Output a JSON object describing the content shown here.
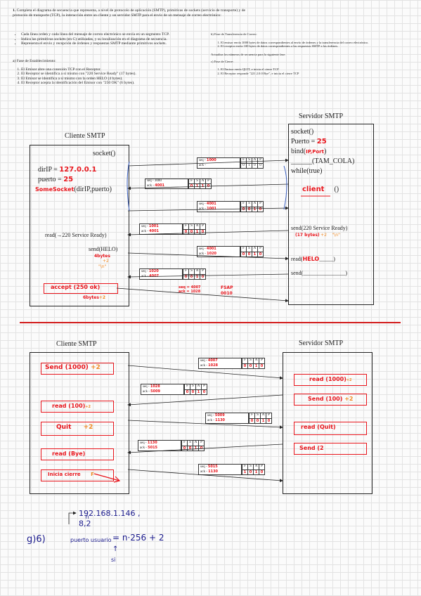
{
  "question": {
    "number": "1.",
    "intro": "Completa el diagrama de secuencia que representa, a nivel de protocolo de aplicación (SMTP), primitivas de sockets (servicio de transporte) y de protocolo de transporte (TCP), la interacción entre un cliente y un servidor SMTP para el envío de un mensaje de correo electrónico:",
    "bullets": [
      "Cada línea orden y cada línea del mensaje de correo electrónico se envía en un segmento TCP.",
      "Indica las primitivas sockets (en C) utilizadas, y su localización en el diagrama de secuencia.",
      "Representa el envío y recepción de órdenes y respuestas SMTP mediante primitivos sockets."
    ],
    "phase_a_title": "a) Fase de Establecimiento:",
    "phase_a": [
      "El Emisor abre una conexión TCP con el Receptor.",
      "El Receptor se identifica a sí mismo con \"220 Service Ready\" (17 bytes).",
      "El Emisor se identifica a sí mismo con la orden HELO (4 bytes).",
      "El Receptor acepta la identificación del Emisor con \"250 OK\" (6 bytes)."
    ],
    "phase_b_title": "b) Fase de Transferencia de Correo:",
    "phase_b": [
      "El emisor envía 1000 bytes de datos correspondientes al envío de órdenes y la transferencia del correo electrónico.",
      "El receptor envía 100 bytes de datos correspondientes a las respuestas SMTP a las órdenes."
    ],
    "phase_b_note": "Actualiza los números de secuencia para la siguiente fase.",
    "phase_c_title": "c) Fase de Cierre:",
    "phase_c": [
      "El Emisor envía QUIT, e inicia el cierre TCP",
      "El Receptor responde \"221 2.0.0 Bye\", e inicia el cierre TCP"
    ]
  },
  "diagram1": {
    "client_title": "Cliente SMTP",
    "server_title": "Servidor SMTP",
    "client_socket": "socket()",
    "dirip_label": "dirIP = ",
    "dirip_value": "127.0.0.1",
    "puerto_label": "puerto = ",
    "puerto_value": "25",
    "connect_fn": "SomeSocket",
    "connect_args": "(dirIP,puerto)",
    "client_read": "read(→220 Service Ready)",
    "client_send": "send(HELO)",
    "helo_note1": "4bytes",
    "helo_note2": "+2",
    "helo_note3": "\"\\n\"",
    "accept": "accept (250 ok)",
    "accept_note": "6bytes",
    "accept_plus": "+2",
    "server_socket": "socket()",
    "server_puerto": "Puerto = ",
    "server_puerto_value": "25",
    "server_bind": "bind(",
    "server_bind_args": "IP,Port",
    "server_bind_end": ")",
    "server_listen": "______(TAM_COLA)",
    "server_while": "while(true)",
    "server_client": "client",
    "server_client_end": "()",
    "server_send": "send(220 Service Ready)",
    "server_send_note1": "(17 bytes)",
    "server_send_note2": "+2",
    "server_send_note3": "\"\\n\"",
    "server_read": "read(",
    "server_read_val": "HELO",
    "server_read_end": "_____)",
    "server_send2": "send(_______________)",
    "segments": [
      {
        "seq_label": "seq - ",
        "seq": "1000",
        "ack_label": "ack - ",
        "ack": "",
        "flags": [
          "0",
          "1",
          "0",
          "0"
        ]
      },
      {
        "seq_label": "seq - ",
        "seq": "3000",
        "ack_label": "ack - ",
        "ack": "4001",
        "flags": [
          "0",
          "1",
          "1",
          "0"
        ]
      },
      {
        "seq_label": "seq - ",
        "seq": "4001",
        "ack_label": "ack - ",
        "ack": "1001",
        "flags": [
          "0",
          "0",
          "1",
          "0"
        ]
      },
      {
        "seq_label": "seq - ",
        "seq": "1001",
        "ack_label": "ack - ",
        "ack": "4001",
        "flags": [
          "0",
          "0",
          "1",
          "0"
        ]
      },
      {
        "seq_label": "seq - ",
        "seq": "4001",
        "ack_label": "ack - ",
        "ack": "1020",
        "flags": [
          "0",
          "0",
          "1",
          "0"
        ]
      },
      {
        "seq_label": "seq - ",
        "seq": "1020",
        "ack_label": "ack - ",
        "ack": "4007",
        "flags": [
          "0",
          "0",
          "1",
          "0"
        ]
      }
    ],
    "flag_headers": [
      "F",
      "S",
      "A",
      "P"
    ],
    "extra_seq": "seq = 4007",
    "extra_ack": "ack = 1028",
    "extra_flags_title": "FSAP",
    "extra_flags": "0010"
  },
  "diagram2": {
    "client_title": "Cliente SMTP",
    "server_title": "Servidor SMTP",
    "client_items": [
      {
        "text": "Send (1000)",
        "plus": "+2"
      },
      {
        "text": "read (100)",
        "plus": "+2"
      },
      {
        "text": "Quit",
        "plus": "+2"
      },
      {
        "text": "read (Bye)",
        "plus": ""
      },
      {
        "text": "Inicia cierre",
        "plus": "F"
      }
    ],
    "server_items": [
      {
        "text": "read (1000)",
        "plus": "+2"
      },
      {
        "text": "Send (100)",
        "plus": "+2"
      },
      {
        "text": "read (Quit)",
        "plus": ""
      },
      {
        "text": "Send (2",
        "plus": ""
      }
    ],
    "segments": [
      {
        "seq_label": "seq - ",
        "seq": "4007",
        "ack_label": "ack - ",
        "ack": "1028",
        "flags": [
          "0",
          "0",
          "1",
          "0"
        ]
      },
      {
        "seq_label": "seq - ",
        "seq": "1028",
        "ack_label": "ack - ",
        "ack": "5009",
        "flags": [
          "0",
          "0",
          "1",
          "0"
        ]
      },
      {
        "seq_label": "seq - ",
        "seq": "5009",
        "ack_label": "ack - ",
        "ack": "1130",
        "flags": [
          "0",
          "0",
          "1",
          "0"
        ]
      },
      {
        "seq_label": "seq - ",
        "seq": "1130",
        "ack_label": "ack - ",
        "ack": "5015",
        "flags": [
          "0",
          "0",
          "1",
          "0"
        ]
      },
      {
        "seq_label": "seq - ",
        "seq": "5015",
        "ack_label": "ack - ",
        "ack": "1130",
        "flags": [
          "1",
          "0",
          "1",
          "0"
        ]
      }
    ],
    "flag_headers": [
      "F",
      "S",
      "A",
      "P"
    ]
  },
  "notes": {
    "ip": "192.168.1.146 , 8,2",
    "ip_sup": "n",
    "label": "g)6)",
    "formula_label": "puerto usuario",
    "formula": "= n·256 + 2",
    "arrow_up": "↑",
    "si": "si"
  },
  "colors": {
    "ink_red": "#e8141b",
    "ink_orange": "#f08a24",
    "divider": "#d21c1c"
  }
}
